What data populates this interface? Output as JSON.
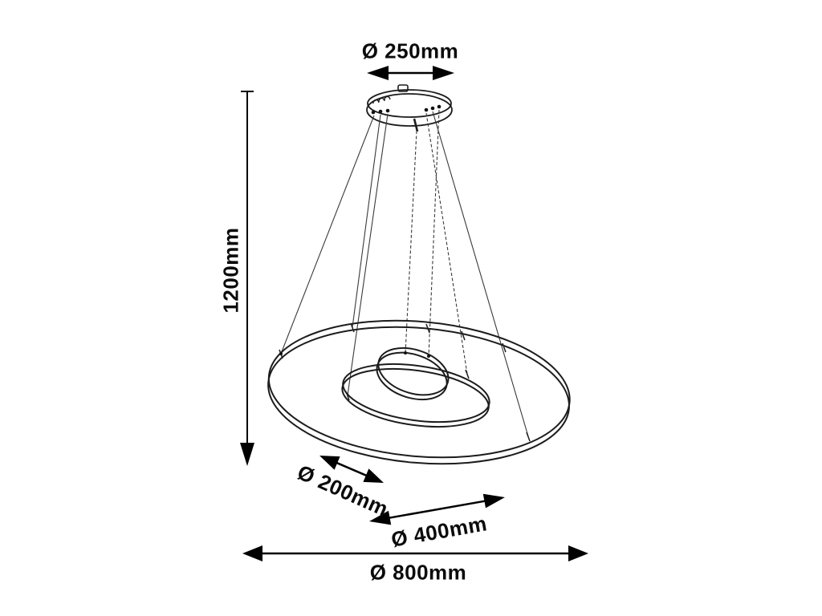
{
  "diagram": {
    "kind": "technical-dimension-drawing",
    "subject": "three-ring pendant ceiling lamp with canopy and suspension wires",
    "dimensions": {
      "canopy_diameter": "Ø 250mm",
      "suspension_height": "1200mm",
      "inner_ring_diameter": "Ø 200mm",
      "middle_ring_diameter": "Ø 400mm",
      "outer_ring_diameter": "Ø 800mm"
    },
    "colors": {
      "background": "#ffffff",
      "drawing_line": "#1c1c1c",
      "dimension_line": "#000000",
      "label_text": "#0b0b0b"
    }
  }
}
